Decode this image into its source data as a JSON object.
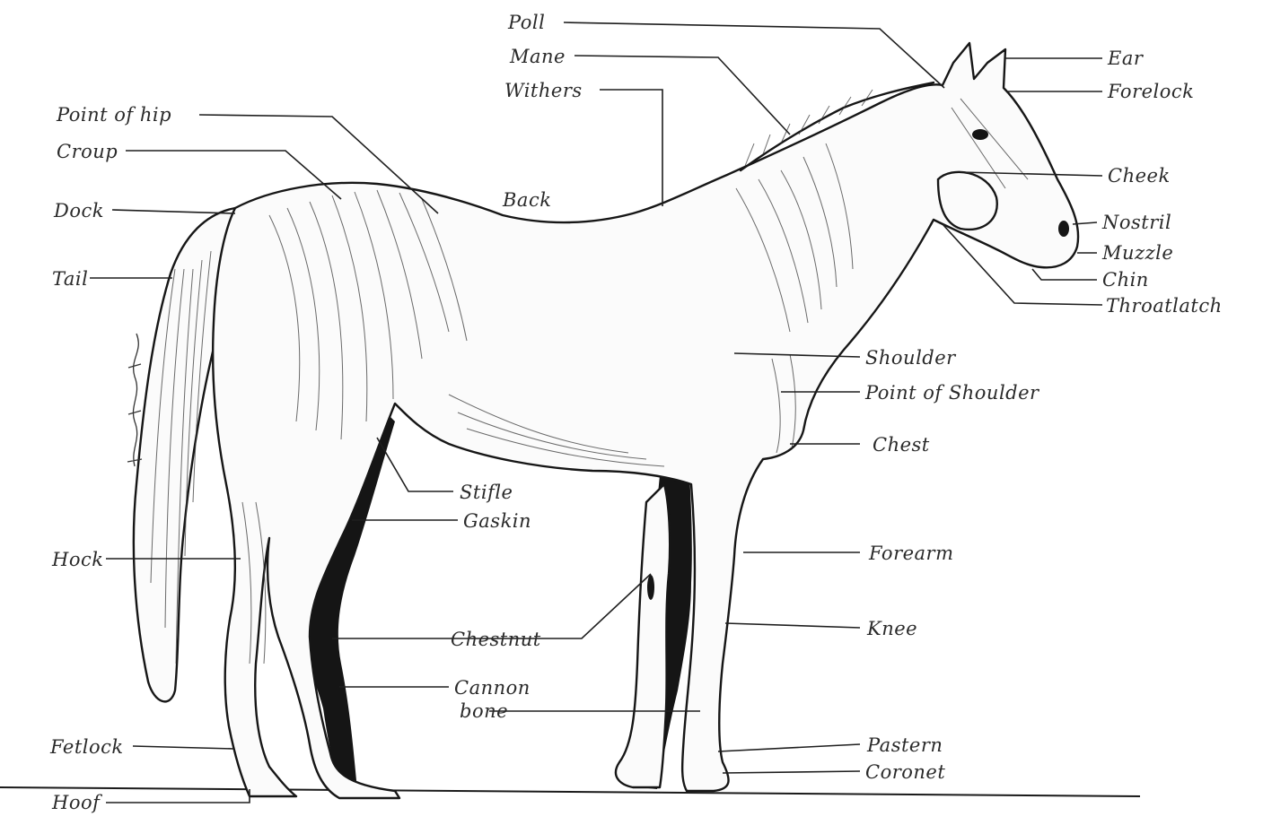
{
  "diagram": {
    "title": "",
    "signature_text": "",
    "labels": {
      "poll": "Poll",
      "mane": "Mane",
      "withers": "Withers",
      "point_of_hip": "Point of hip",
      "croup": "Croup",
      "dock": "Dock",
      "back": "Back",
      "tail": "Tail",
      "ear": "Ear",
      "forelock": "Forelock",
      "cheek": "Cheek",
      "nostril": "Nostril",
      "muzzle": "Muzzle",
      "chin": "Chin",
      "throatlatch": "Throatlatch",
      "shoulder": "Shoulder",
      "point_of_shoulder": "Point of Shoulder",
      "chest": "Chest",
      "stifle": "Stifle",
      "gaskin": "Gaskin",
      "hock": "Hock",
      "forearm": "Forearm",
      "chestnut": "Chestnut",
      "knee": "Knee",
      "cannon": "Cannon",
      "bone": "bone",
      "fetlock": "Fetlock",
      "pastern": "Pastern",
      "coronet": "Coronet",
      "hoof": "Hoof"
    }
  }
}
